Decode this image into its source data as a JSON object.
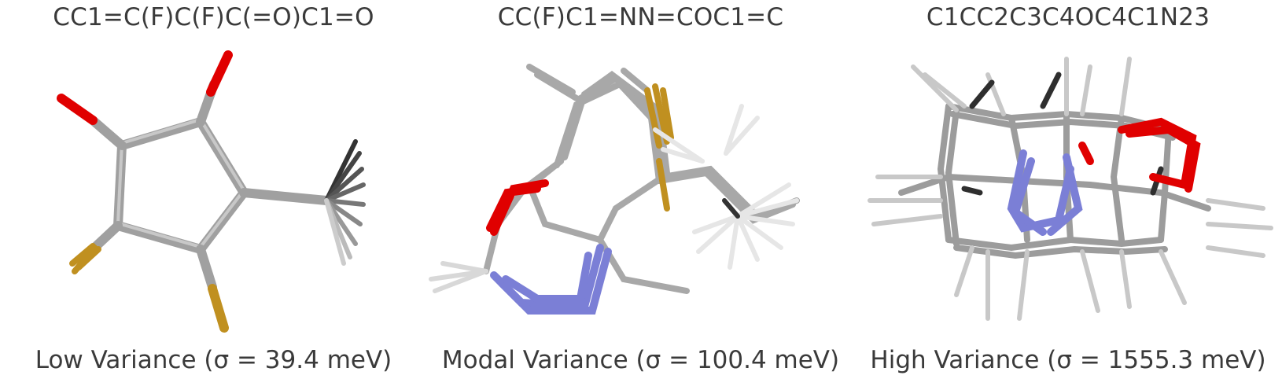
{
  "panels": [
    {
      "smiles": "CC1=C(F)C(F)C(=O)C1=O",
      "caption": "Low Variance (σ = 39.4 meV)"
    },
    {
      "smiles": "CC(F)C1=NN=COC1=C",
      "caption": "Modal Variance (σ = 100.4 meV)"
    },
    {
      "smiles": "C1CC2C3C4OC4C1N23",
      "caption": "High Variance (σ = 1555.3 meV)"
    }
  ],
  "colors": {
    "carbon": "#9a9a9a",
    "hydrogen": "#efefef",
    "hydrogen_dark": "#2a2a2a",
    "oxygen": "#e00000",
    "nitrogen": "#7b7fd6",
    "fluorine": "#c09020",
    "text": "#3a3a3a"
  }
}
